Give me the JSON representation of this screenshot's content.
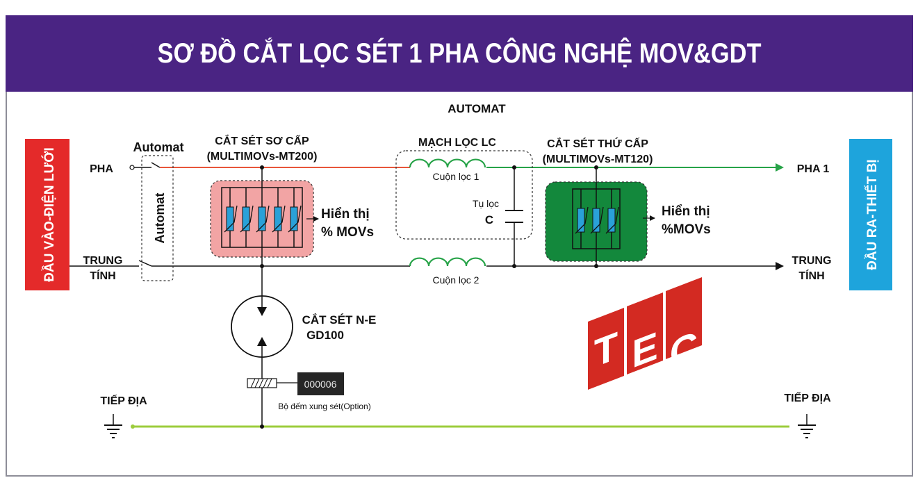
{
  "title": "SƠ ĐỒ CẮT LỌC SÉT 1 PHA CÔNG NGHỆ MOV&GDT",
  "labels": {
    "automat_top": "AUTOMAT",
    "input_side": "ĐẦU VÀO-ĐIỆN LƯỚI",
    "output_side": "ĐẦU RA-THIẾT BỊ",
    "pha_in": "PHA",
    "neutral_in_1": "TRUNG",
    "neutral_in_2": "TÍNH",
    "automat_switch": "Automat",
    "automat_vertical": "Automat",
    "primary_1": "CẮT SÉT SƠ CẤP",
    "primary_2": "(MULTIMOVs-MT200)",
    "primary_display_1": "Hiển thị",
    "primary_display_2": "% MOVs",
    "lc_filter": "MẠCH LỌC LC",
    "coil_1": "Cuộn lọc 1",
    "coil_2": "Cuộn lọc 2",
    "capacitor_1": "Tụ lọc",
    "capacitor_2": "C",
    "secondary_1": "CẮT SÉT THỨ CẤP",
    "secondary_2": "(MULTIMOVs-MT120)",
    "secondary_display_1": "Hiển thị",
    "secondary_display_2": "%MOVs",
    "pha_out": "PHA 1",
    "neutral_out_1": "TRUNG",
    "neutral_out_2": "TÍNH",
    "ne_arrester_1": "CẮT SÉT N-E",
    "ne_arrester_2": "GD100",
    "counter_value": "000006",
    "counter_label": "Bộ đếm xung sét(Option)",
    "ground_left": "TIẾP ĐỊA",
    "ground_right": "TIẾP ĐỊA",
    "logo": "TEC"
  },
  "colors": {
    "title_bg": "#4a2483",
    "phase_in_line": "#e8553a",
    "phase_out_line": "#27a348",
    "ground_line": "#9ccc3c",
    "input_box": "#e42a2a",
    "output_box": "#1ea4dc",
    "primary_box": "#f2a4a4",
    "secondary_box": "#13883c",
    "mov": "#2aa1d8",
    "logo": "#d32a22"
  }
}
